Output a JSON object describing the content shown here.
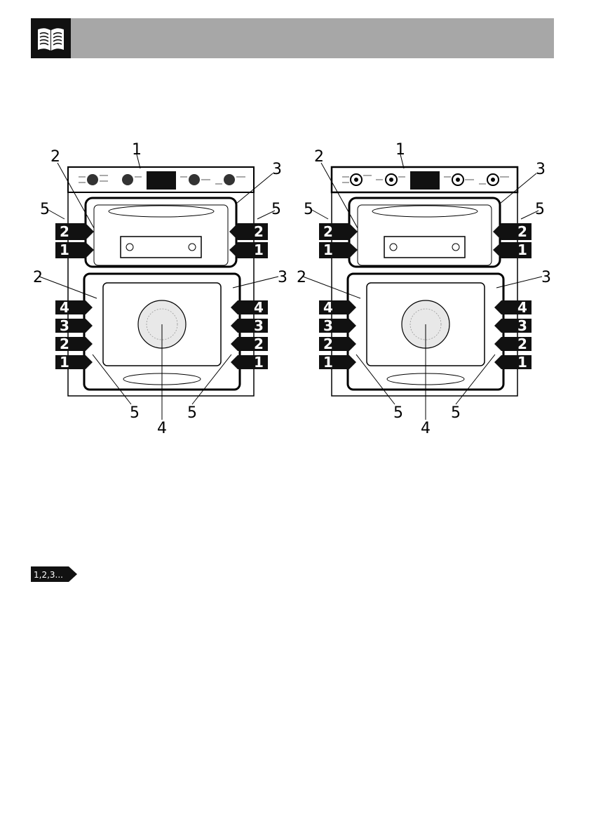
{
  "header": {
    "icon": "book-icon",
    "bar_color": "#a7a7a7"
  },
  "figures": [
    {
      "variant": "knob-control-oven"
    },
    {
      "variant": "touch-control-oven"
    }
  ],
  "callouts": {
    "control_panel": "1",
    "shelf_runner": "2",
    "fan_grill_top": "3",
    "fan_cover": "4",
    "runner_frame": "5"
  },
  "upper_levels": [
    "2",
    "1"
  ],
  "lower_levels": [
    "4",
    "3",
    "2",
    "1"
  ],
  "reference_marker": {
    "label": "1,2,3..."
  }
}
